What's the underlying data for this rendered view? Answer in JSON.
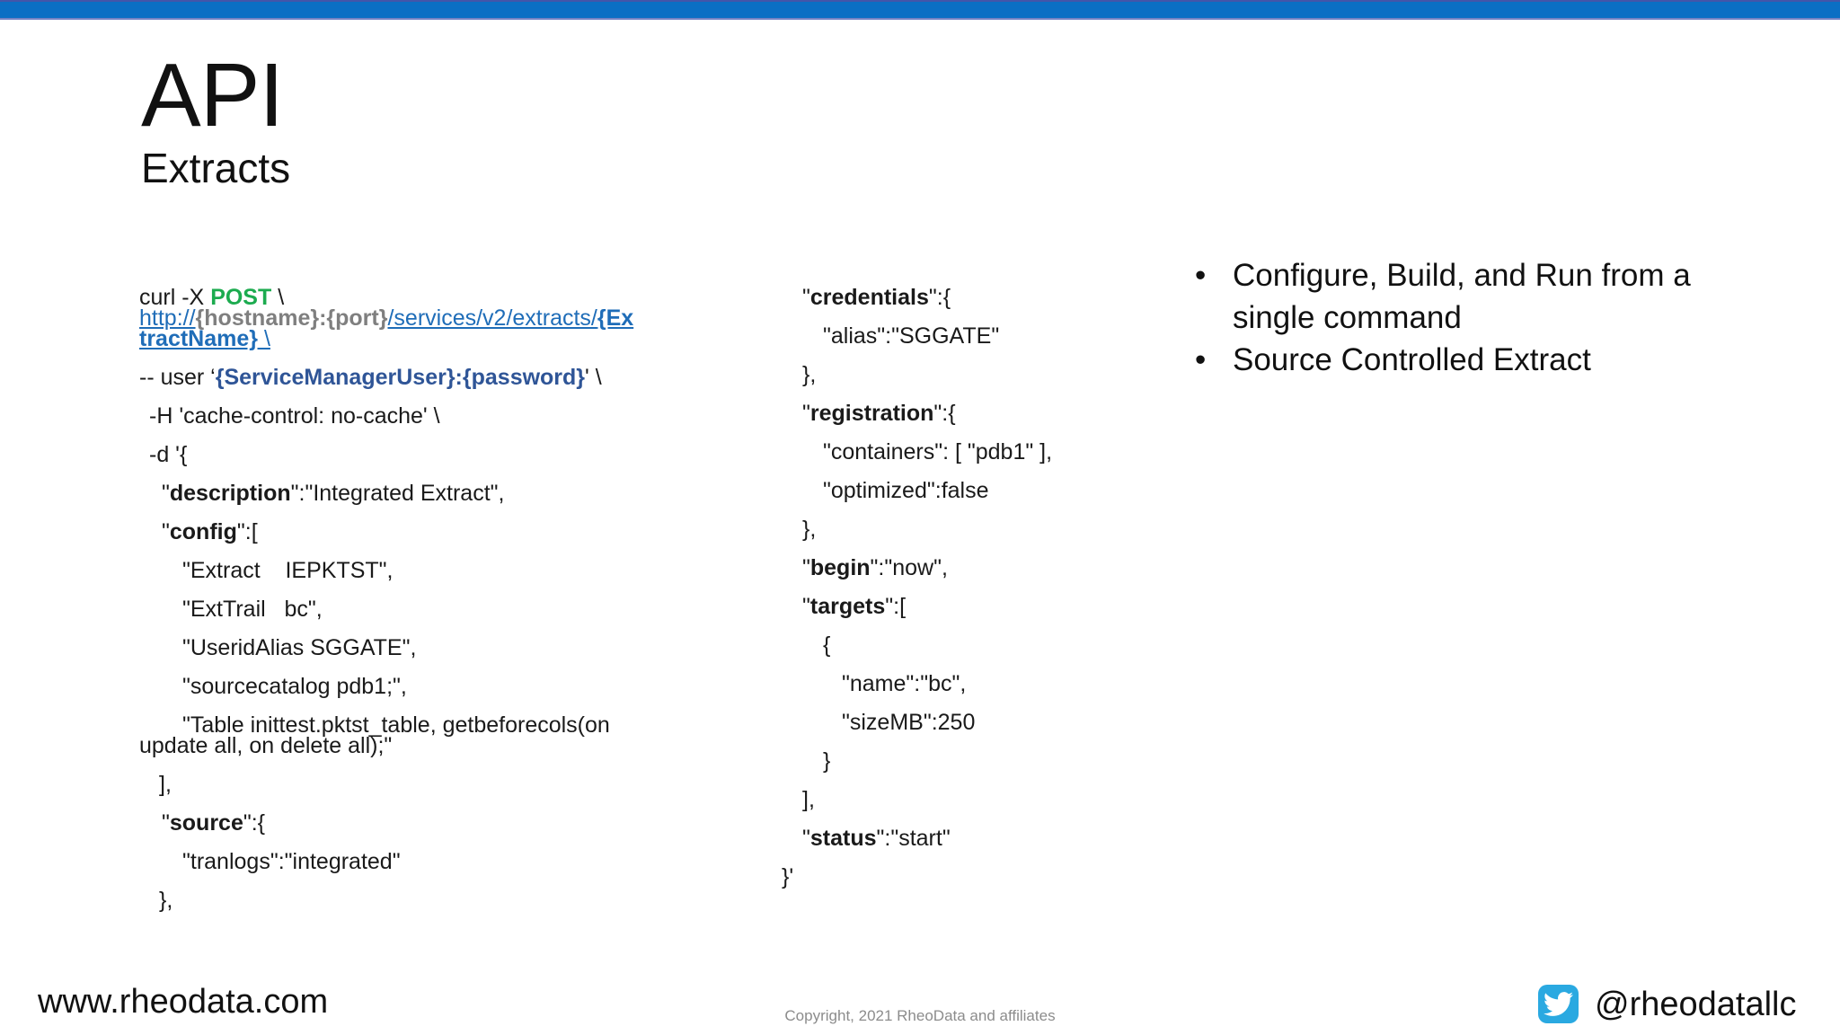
{
  "header": {
    "title": "API",
    "subtitle": "Extracts"
  },
  "colors": {
    "bar_blue": "#0b6fc4",
    "bar_border_dark": "#4456aa",
    "bar_border_light": "#7583c4",
    "green": "#1cab4f",
    "link_blue": "#1f6db8",
    "navy_blue": "#2f5597",
    "gray": "#7f7f7f",
    "twitter_blue": "#2aa9e1",
    "copyright_gray": "#8c8c8c",
    "text": "#1a1a1a"
  },
  "code": {
    "left": {
      "lines": [
        {
          "indent": 0,
          "segments": [
            {
              "t": "curl -X ",
              "s": "plain"
            },
            {
              "t": "POST",
              "s": "green"
            },
            {
              "t": " \\",
              "s": "plain"
            }
          ]
        },
        {
          "indent": 0,
          "tight": true,
          "interactable": true,
          "segments": [
            {
              "t": "http://",
              "s": "link"
            },
            {
              "t": "{hostname}:{port}",
              "s": "gray"
            },
            {
              "t": "/services/v2/extracts/",
              "s": "link"
            },
            {
              "t": "{Ex",
              "s": "linkbold"
            }
          ]
        },
        {
          "indent": 0,
          "tight": true,
          "interactable": true,
          "segments": [
            {
              "t": "tractName}",
              "s": "linkbold"
            },
            {
              "t": " \\",
              "s": "link"
            }
          ]
        },
        {
          "indent": 0,
          "segments": [
            {
              "t": "-- user ‘",
              "s": "plain"
            },
            {
              "t": "{ServiceManagerUser}:{password}",
              "s": "navy"
            },
            {
              "t": "' \\",
              "s": "plain"
            }
          ]
        },
        {
          "indent": 11,
          "segments": [
            {
              "t": "-H 'cache-control: no-cache' \\",
              "s": "plain"
            }
          ]
        },
        {
          "indent": 11,
          "segments": [
            {
              "t": "-d '{",
              "s": "plain"
            }
          ]
        },
        {
          "indent": 25,
          "segments": [
            {
              "t": "\"",
              "s": "plain"
            },
            {
              "t": "description",
              "s": "bold"
            },
            {
              "t": "\":\"Integrated Extract\",",
              "s": "plain"
            }
          ]
        },
        {
          "indent": 25,
          "segments": [
            {
              "t": "\"",
              "s": "plain"
            },
            {
              "t": "config",
              "s": "bold"
            },
            {
              "t": "\":[",
              "s": "plain"
            }
          ]
        },
        {
          "indent": 48,
          "segments": [
            {
              "t": "\"Extract    IEPKTST\",",
              "s": "plain"
            }
          ]
        },
        {
          "indent": 48,
          "segments": [
            {
              "t": "\"ExtTrail   bc\",",
              "s": "plain"
            }
          ]
        },
        {
          "indent": 48,
          "segments": [
            {
              "t": "\"UseridAlias SGGATE\",",
              "s": "plain"
            }
          ]
        },
        {
          "indent": 48,
          "segments": [
            {
              "t": "\"sourcecatalog pdb1;\",",
              "s": "plain"
            }
          ]
        },
        {
          "indent": 48,
          "segments": [
            {
              "t": "\"Table inittest.pktst_table, getbeforecols(on",
              "s": "plain"
            }
          ]
        },
        {
          "indent": 0,
          "tight": true,
          "segments": [
            {
              "t": "update all, on delete all);\"",
              "s": "plain"
            }
          ]
        },
        {
          "indent": 22,
          "segments": [
            {
              "t": "],",
              "s": "plain"
            }
          ]
        },
        {
          "indent": 25,
          "segments": [
            {
              "t": "\"",
              "s": "plain"
            },
            {
              "t": "source",
              "s": "bold"
            },
            {
              "t": "\":{",
              "s": "plain"
            }
          ]
        },
        {
          "indent": 48,
          "segments": [
            {
              "t": "\"tranlogs\":\"integrated\"",
              "s": "plain"
            }
          ]
        },
        {
          "indent": 22,
          "segments": [
            {
              "t": "},",
              "s": "plain"
            }
          ]
        }
      ]
    },
    "middle": {
      "lines": [
        {
          "indent": 23,
          "segments": [
            {
              "t": "\"",
              "s": "plain"
            },
            {
              "t": "credentials",
              "s": "bold"
            },
            {
              "t": "\":{",
              "s": "plain"
            }
          ]
        },
        {
          "indent": 46,
          "segments": [
            {
              "t": "\"alias\":\"SGGATE\"",
              "s": "plain"
            }
          ]
        },
        {
          "indent": 23,
          "segments": [
            {
              "t": "},",
              "s": "plain"
            }
          ]
        },
        {
          "indent": 23,
          "segments": [
            {
              "t": "\"",
              "s": "plain"
            },
            {
              "t": "registration",
              "s": "bold"
            },
            {
              "t": "\":{",
              "s": "plain"
            }
          ]
        },
        {
          "indent": 46,
          "segments": [
            {
              "t": "\"containers\": [ \"pdb1\" ],",
              "s": "plain"
            }
          ]
        },
        {
          "indent": 46,
          "segments": [
            {
              "t": "\"optimized\":false",
              "s": "plain"
            }
          ]
        },
        {
          "indent": 23,
          "segments": [
            {
              "t": "},",
              "s": "plain"
            }
          ]
        },
        {
          "indent": 23,
          "segments": [
            {
              "t": "\"",
              "s": "plain"
            },
            {
              "t": "begin",
              "s": "bold"
            },
            {
              "t": "\":\"now\",",
              "s": "plain"
            }
          ]
        },
        {
          "indent": 23,
          "segments": [
            {
              "t": "\"",
              "s": "plain"
            },
            {
              "t": "targets",
              "s": "bold"
            },
            {
              "t": "\":[",
              "s": "plain"
            }
          ]
        },
        {
          "indent": 46,
          "segments": [
            {
              "t": "{",
              "s": "plain"
            }
          ]
        },
        {
          "indent": 67,
          "segments": [
            {
              "t": "\"name\":\"bc\",",
              "s": "plain"
            }
          ]
        },
        {
          "indent": 67,
          "segments": [
            {
              "t": "\"sizeMB\":250",
              "s": "plain"
            }
          ]
        },
        {
          "indent": 46,
          "segments": [
            {
              "t": "}",
              "s": "plain"
            }
          ]
        },
        {
          "indent": 23,
          "segments": [
            {
              "t": "],",
              "s": "plain"
            }
          ]
        },
        {
          "indent": 23,
          "segments": [
            {
              "t": "\"",
              "s": "plain"
            },
            {
              "t": "status",
              "s": "bold"
            },
            {
              "t": "\":\"start\"",
              "s": "plain"
            }
          ]
        },
        {
          "indent": 0,
          "segments": [
            {
              "t": "}'",
              "s": "plain"
            }
          ]
        }
      ]
    }
  },
  "bullets": {
    "items": [
      {
        "lines": [
          "Configure, Build, and Run from a",
          "single command"
        ]
      },
      {
        "lines": [
          "Source Controlled Extract"
        ]
      }
    ]
  },
  "footer": {
    "website": "www.rheodata.com",
    "copyright": "Copyright, 2021 RheoData and affiliates",
    "twitter_handle": "@rheodatallc",
    "twitter_icon": "twitter-bird-icon"
  }
}
